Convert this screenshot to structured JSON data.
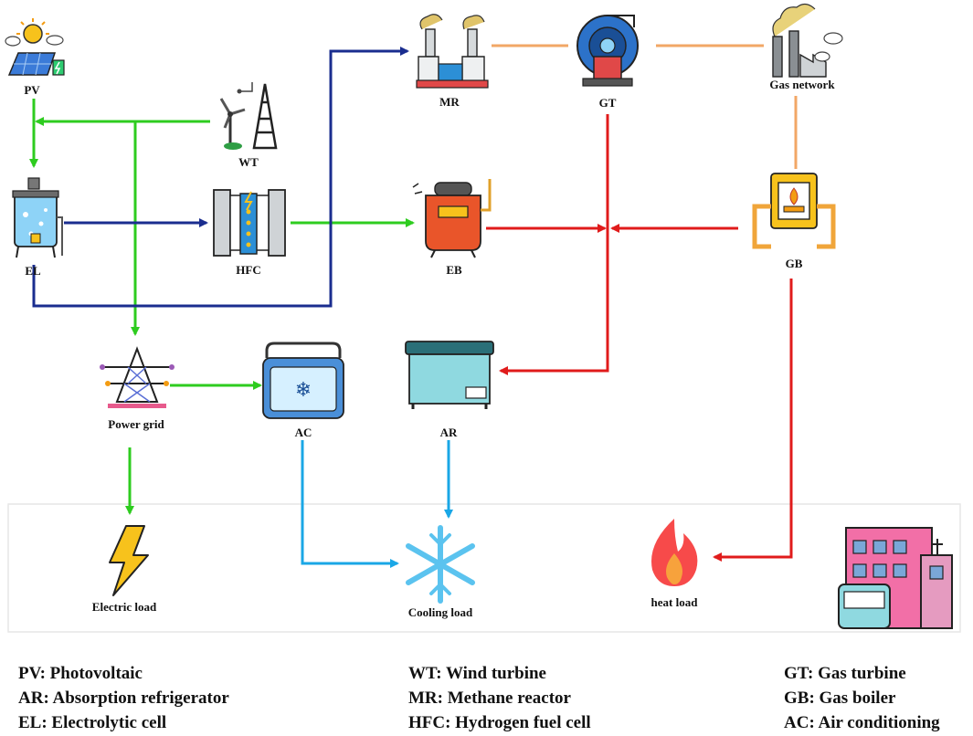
{
  "colors": {
    "electric": "#2ecc1f",
    "hydrogen": "#1a2d8f",
    "gas": "#f2a766",
    "heat": "#e01b1b",
    "cooling": "#1aa7e6"
  },
  "nodes": {
    "pv": {
      "label": "PV",
      "icon": "solar-panel-icon"
    },
    "wt": {
      "label": "WT",
      "icon": "wind-turbine-icon"
    },
    "el": {
      "label": "EL",
      "icon": "electrolyzer-icon"
    },
    "hfc": {
      "label": "HFC",
      "icon": "fuel-cell-icon"
    },
    "mr": {
      "label": "MR",
      "icon": "methane-reactor-icon"
    },
    "gt": {
      "label": "GT",
      "icon": "gas-turbine-icon"
    },
    "gas_network": {
      "label": "Gas network",
      "icon": "factory-icon"
    },
    "eb": {
      "label": "EB",
      "icon": "electric-boiler-icon"
    },
    "gb": {
      "label": "GB",
      "icon": "gas-boiler-icon"
    },
    "power_grid": {
      "label": "Power grid",
      "icon": "transmission-tower-icon"
    },
    "ac": {
      "label": "AC",
      "icon": "air-conditioner-icon"
    },
    "ar": {
      "label": "AR",
      "icon": "absorption-refrigerator-icon"
    },
    "electric_load": {
      "label": "Electric load",
      "icon": "lightning-icon"
    },
    "cooling_load": {
      "label": "Cooling load",
      "icon": "snowflake-icon"
    },
    "heat_load": {
      "label": "heat load",
      "icon": "flame-icon"
    },
    "building": {
      "label": "",
      "icon": "building-icon"
    }
  },
  "legend": {
    "pv": "PV: Photovoltaic",
    "ar": "AR: Absorption refrigerator",
    "el": "EL: Electrolytic cell",
    "wt": "WT: Wind turbine",
    "mr": "MR: Methane reactor",
    "hfc": "HFC: Hydrogen fuel cell",
    "gt": "GT: Gas turbine",
    "gb": "GB: Gas boiler",
    "ac": "AC: Air conditioning"
  }
}
